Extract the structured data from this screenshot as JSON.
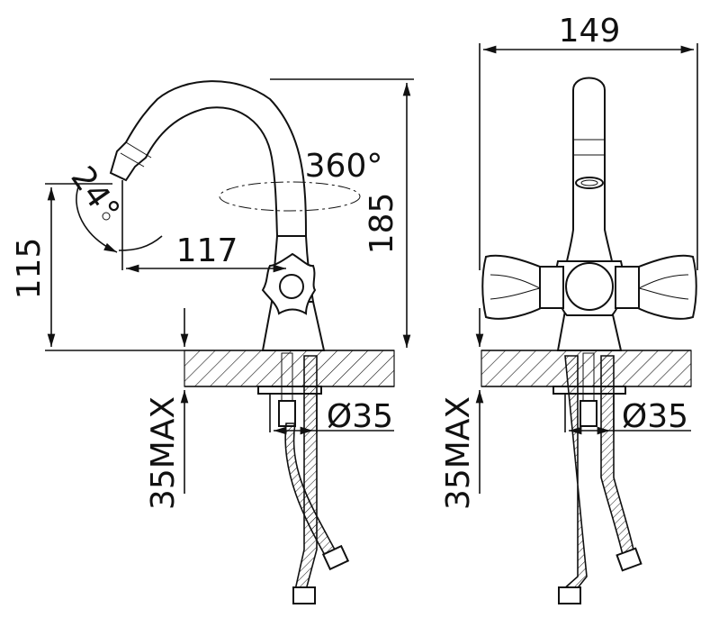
{
  "dimensions": {
    "overall_width": "149",
    "swivel_angle": "360°",
    "total_height": "185",
    "spout_height": "115",
    "spout_reach": "117",
    "spout_tilt_angle": "24°",
    "mount_hole_left": "Ø35",
    "mount_hole_right": "Ø35",
    "max_counter_thickness_left": "35MAX",
    "max_counter_thickness_right": "35MAX"
  },
  "colors": {
    "line": "#111111",
    "background": "#ffffff"
  }
}
